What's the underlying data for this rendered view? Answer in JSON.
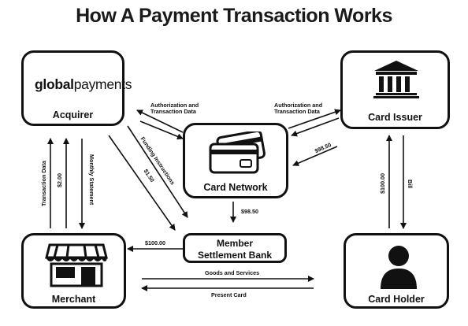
{
  "title": "How A Payment Transaction Works",
  "nodes": {
    "acquirer": {
      "label": "Acquirer",
      "logo_bold": "global",
      "logo_light": "payments"
    },
    "card_issuer": {
      "label": "Card Issuer",
      "icon": "bank-building-icon"
    },
    "card_network": {
      "label": "Card Network",
      "icon": "credit-cards-icon"
    },
    "member_bank": {
      "label_line1": "Member",
      "label_line2": "Settlement Bank"
    },
    "merchant": {
      "label": "Merchant",
      "icon": "storefront-icon"
    },
    "card_holder": {
      "label": "Card Holder",
      "icon": "person-icon"
    }
  },
  "edges": {
    "acq_net_auth": "Authorization and\nTransaction Data",
    "iss_net_auth": "Authorization and\nTransaction Data",
    "iss_net_amount": "$98.50",
    "funding": "Funding Instructions",
    "acq_bank_amount": "$1.50",
    "net_bank_amount": "$98.50",
    "bank_merchant_amount": "$100.00",
    "merchant_acq_data": "Transaction Data",
    "merchant_acq_amount": "$2.00",
    "acq_merchant_statement": "Monthly Statement",
    "holder_issuer_amount": "$100.00",
    "issuer_holder_bill": "Bill",
    "goods_services": "Goods and Services",
    "present_card": "Present Card"
  },
  "colors": {
    "ink": "#111111",
    "background": "#ffffff"
  }
}
